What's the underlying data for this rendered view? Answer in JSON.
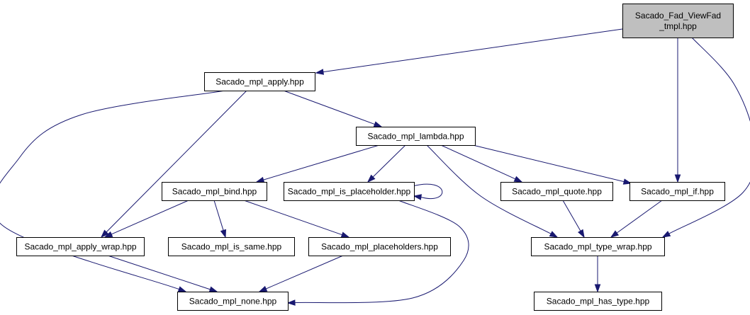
{
  "graph": {
    "nodes": [
      {
        "id": "viewfad",
        "lines": [
          "Sacado_Fad_ViewFad",
          "_tmpl.hpp"
        ],
        "highlighted": true
      },
      {
        "id": "apply",
        "lines": [
          "Sacado_mpl_apply.hpp"
        ]
      },
      {
        "id": "lambda",
        "lines": [
          "Sacado_mpl_lambda.hpp"
        ]
      },
      {
        "id": "bind",
        "lines": [
          "Sacado_mpl_bind.hpp"
        ]
      },
      {
        "id": "is_placeholder",
        "lines": [
          "Sacado_mpl_is_placeholder.hpp"
        ]
      },
      {
        "id": "quote",
        "lines": [
          "Sacado_mpl_quote.hpp"
        ]
      },
      {
        "id": "if",
        "lines": [
          "Sacado_mpl_if.hpp"
        ]
      },
      {
        "id": "apply_wrap",
        "lines": [
          "Sacado_mpl_apply_wrap.hpp"
        ]
      },
      {
        "id": "is_same",
        "lines": [
          "Sacado_mpl_is_same.hpp"
        ]
      },
      {
        "id": "placeholders",
        "lines": [
          "Sacado_mpl_placeholders.hpp"
        ]
      },
      {
        "id": "type_wrap",
        "lines": [
          "Sacado_mpl_type_wrap.hpp"
        ]
      },
      {
        "id": "none",
        "lines": [
          "Sacado_mpl_none.hpp"
        ]
      },
      {
        "id": "has_type",
        "lines": [
          "Sacado_mpl_has_type.hpp"
        ]
      }
    ],
    "edges": [
      {
        "from": "viewfad",
        "to": "apply"
      },
      {
        "from": "viewfad",
        "to": "if"
      },
      {
        "from": "viewfad",
        "to": "type_wrap"
      },
      {
        "from": "apply",
        "to": "lambda"
      },
      {
        "from": "apply",
        "to": "apply_wrap"
      },
      {
        "from": "apply",
        "to": "none"
      },
      {
        "from": "lambda",
        "to": "bind"
      },
      {
        "from": "lambda",
        "to": "is_placeholder"
      },
      {
        "from": "lambda",
        "to": "quote"
      },
      {
        "from": "lambda",
        "to": "if"
      },
      {
        "from": "lambda",
        "to": "type_wrap"
      },
      {
        "from": "bind",
        "to": "apply_wrap"
      },
      {
        "from": "bind",
        "to": "is_same"
      },
      {
        "from": "bind",
        "to": "placeholders"
      },
      {
        "from": "is_placeholder",
        "to": "is_placeholder"
      },
      {
        "from": "is_placeholder",
        "to": "none"
      },
      {
        "from": "quote",
        "to": "type_wrap"
      },
      {
        "from": "if",
        "to": "type_wrap"
      },
      {
        "from": "apply_wrap",
        "to": "none"
      },
      {
        "from": "placeholders",
        "to": "none"
      },
      {
        "from": "type_wrap",
        "to": "has_type"
      }
    ],
    "colors": {
      "edge": "#191970",
      "node_border": "#000000",
      "node_fill": "#ffffff",
      "highlight_fill": "#bfbfbf"
    }
  }
}
